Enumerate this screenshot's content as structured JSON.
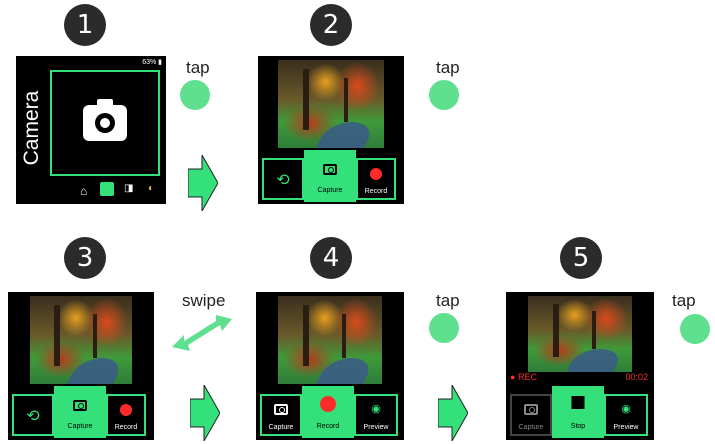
{
  "steps": [
    "1",
    "2",
    "3",
    "4",
    "5"
  ],
  "gestures": {
    "s1": "tap",
    "s2": "tap",
    "s3": "swipe",
    "s4": "tap",
    "s5": "tap"
  },
  "home_screen": {
    "title": "Camera",
    "battery": "63%",
    "nav_icons": [
      "home-icon",
      "camera-icon",
      "gallery-icon",
      "moon-icon"
    ]
  },
  "menu": {
    "capture": "Capture",
    "record": "Record",
    "preview": "Preview",
    "stop": "Stop"
  },
  "recording": {
    "indicator": "REC",
    "timer": "00:02"
  },
  "colors": {
    "accent": "#33e07a",
    "tap_dot": "#5ee08e",
    "rec_red": "#ff2a2a",
    "arrow": "#33e07a"
  }
}
